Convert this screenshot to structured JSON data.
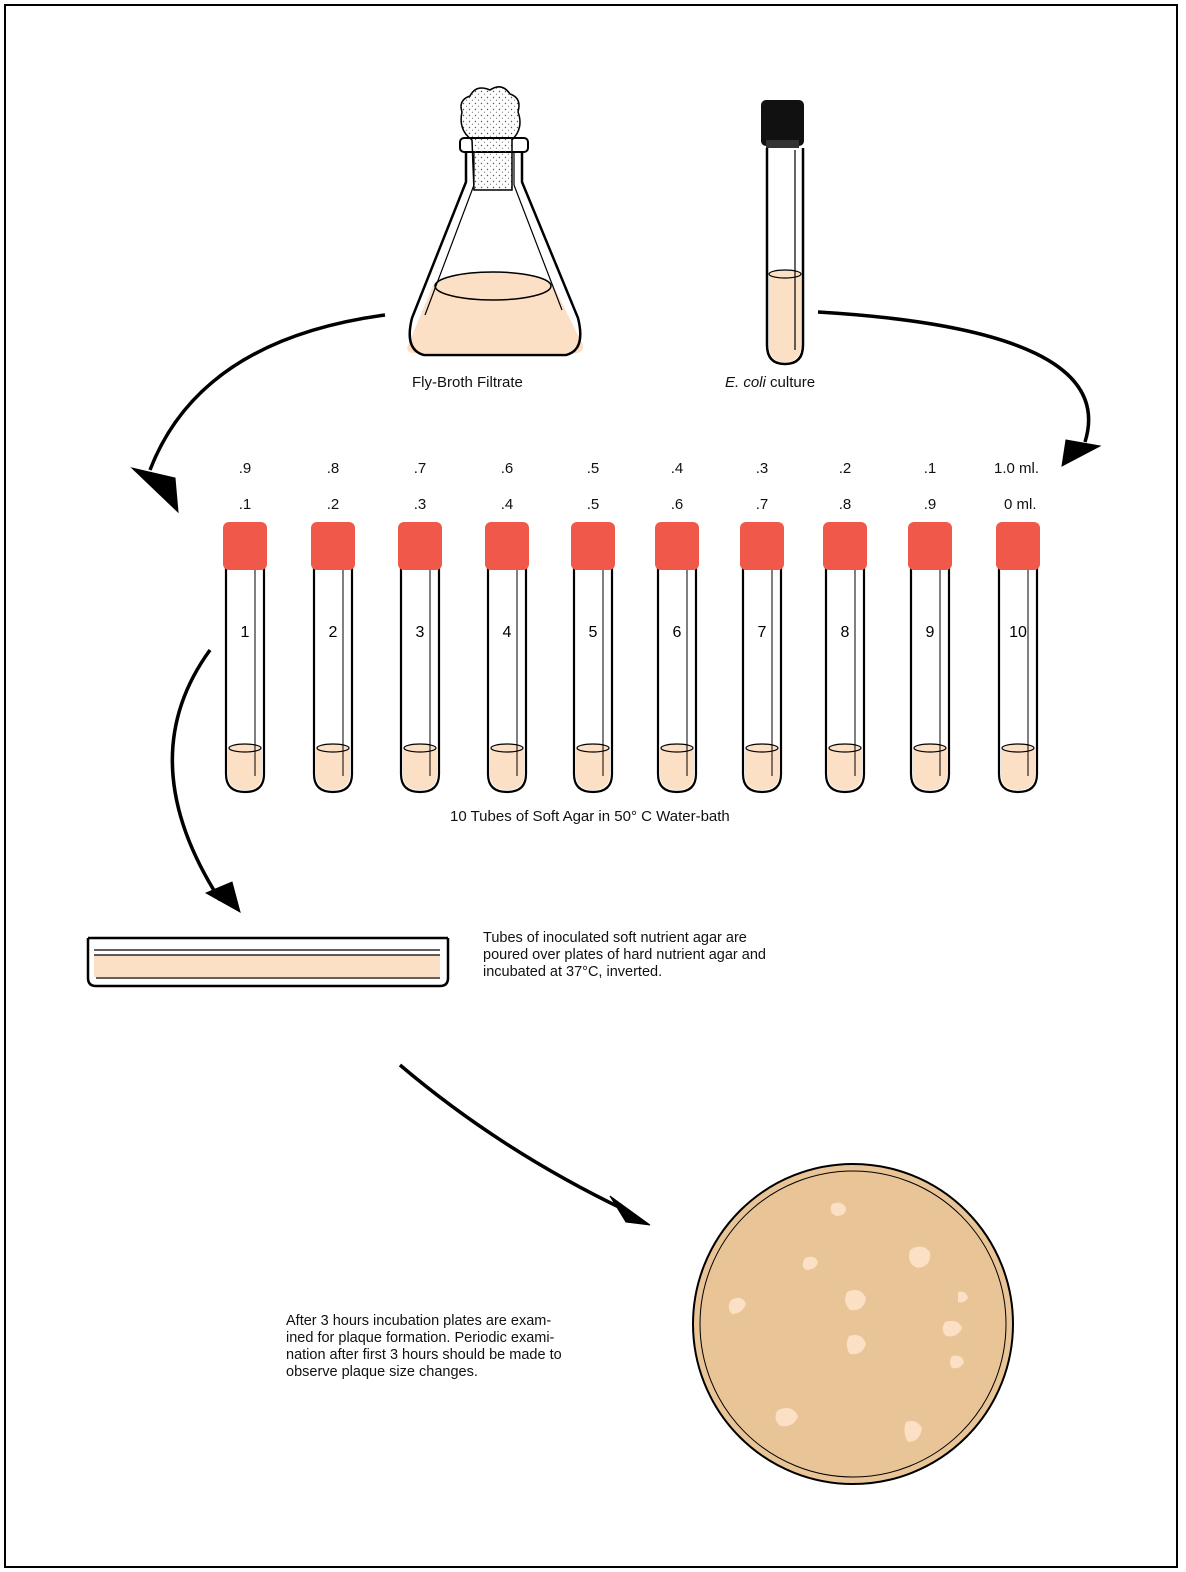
{
  "flask_label": "Fly-Broth Filtrate",
  "culture_label": {
    "organism": "E. coli",
    "rest": " culture"
  },
  "tubes": [
    {
      "number": "1",
      "top_value": ".9",
      "bottom_value": ".1"
    },
    {
      "number": "2",
      "top_value": ".8",
      "bottom_value": ".2"
    },
    {
      "number": "3",
      "top_value": ".7",
      "bottom_value": ".3"
    },
    {
      "number": "4",
      "top_value": ".6",
      "bottom_value": ".4"
    },
    {
      "number": "5",
      "top_value": ".5",
      "bottom_value": ".5"
    },
    {
      "number": "6",
      "top_value": ".4",
      "bottom_value": ".6"
    },
    {
      "number": "7",
      "top_value": ".3",
      "bottom_value": ".7"
    },
    {
      "number": "8",
      "top_value": ".2",
      "bottom_value": ".8"
    },
    {
      "number": "9",
      "top_value": ".1",
      "bottom_value": ".9"
    },
    {
      "number": "10",
      "top_value": "1.0 ml.",
      "bottom_value": "0 ml."
    }
  ],
  "tubes_caption": "10 Tubes of Soft Agar in 50° C  Water-bath",
  "pour_text": [
    "Tubes  of  inoculated  soft  nutrient  agar  are",
    "poured over plates of hard nutrient agar and",
    "incubated at 37°C, inverted."
  ],
  "exam_text": [
    "After  3  hours  incubation  plates are exam-",
    "ined  for  plaque  formation.  Periodic  exami-",
    "nation after first  3 hours should be made to",
    "observe plaque size changes."
  ],
  "colors": {
    "cap": "#f0584a",
    "broth": "#fbe0c6",
    "plate": "#e8c497",
    "plaque": "#fbe0c6",
    "ink": "#000000"
  }
}
